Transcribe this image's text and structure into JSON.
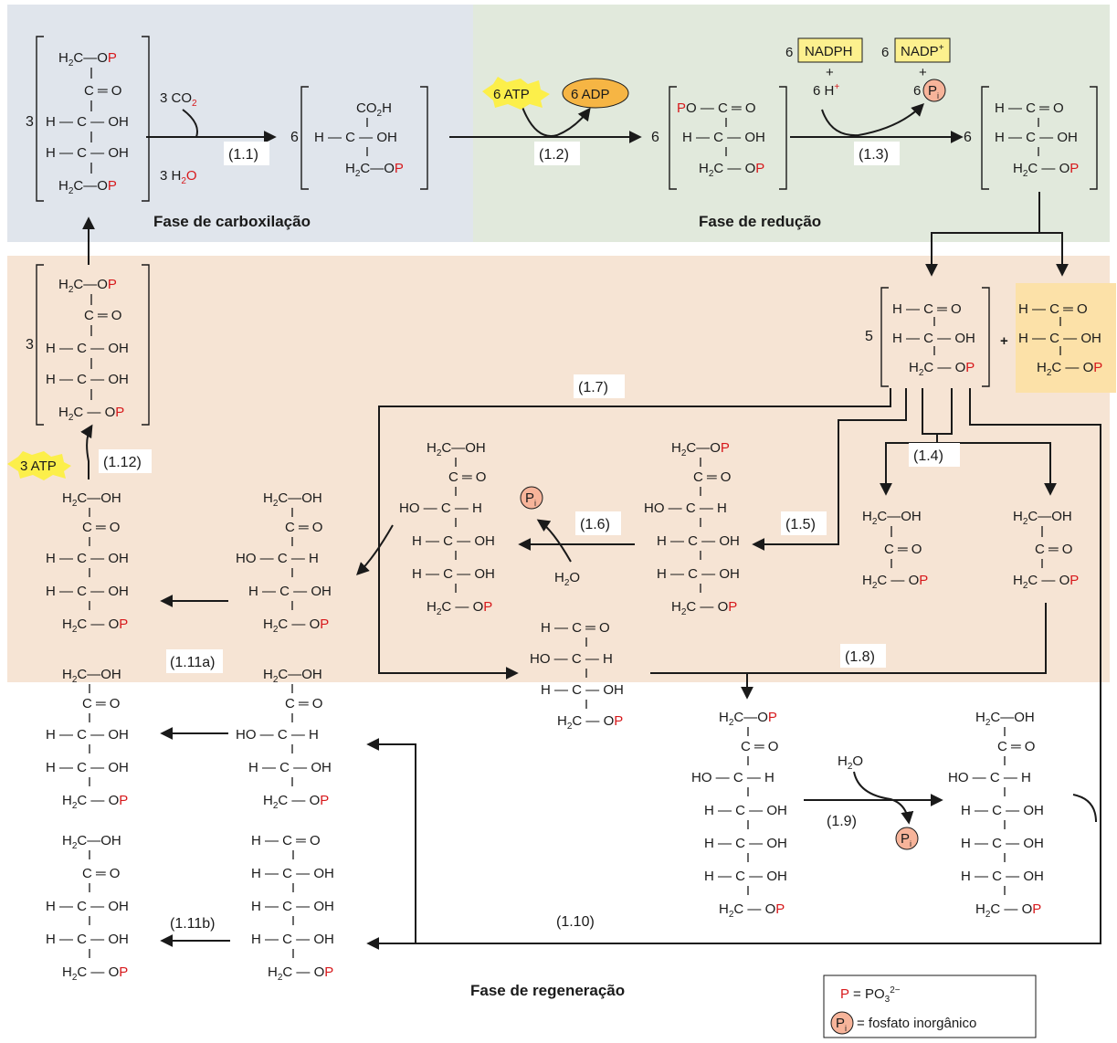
{
  "phases": {
    "carboxylation": "Fase de carboxilação",
    "reduction": "Fase de redução",
    "regeneration": "Fase de regeneração"
  },
  "steps": {
    "s1_1": "(1.1)",
    "s1_2": "(1.2)",
    "s1_3": "(1.3)",
    "s1_4": "(1.4)",
    "s1_5": "(1.5)",
    "s1_6": "(1.6)",
    "s1_7": "(1.7)",
    "s1_8": "(1.8)",
    "s1_9": "(1.9)",
    "s1_10": "(1.10)",
    "s1_11a": "(1.11a)",
    "s1_11b": "(1.11b)",
    "s1_12": "(1.12)"
  },
  "reactants": {
    "co2": "3 CO",
    "h2o_in": "3 H",
    "atp6": "6 ATP",
    "adp6": "6 ADP",
    "nadph": "NADPH",
    "nadp": "NADP",
    "h_plus": "6 H",
    "six": "6",
    "three": "3",
    "five": "5",
    "atp3": "3 ATP",
    "water": "H",
    "pi": "P",
    "plus": "+"
  },
  "legend": {
    "p_def": "= PO",
    "pi_def": "= fosfato inorgânico"
  },
  "colors": {
    "blue_panel": "#e0e5ec",
    "green_panel": "#e1e9dc",
    "orange_panel": "#f6e4d4",
    "yellow_box": "#fcf08e",
    "atp_star": "#fcef4a",
    "adp_oval": "#f6b544",
    "pi_circle": "#f7b49a",
    "phosphate_red": "#d7191c",
    "highlight_box": "#fce1a8"
  }
}
